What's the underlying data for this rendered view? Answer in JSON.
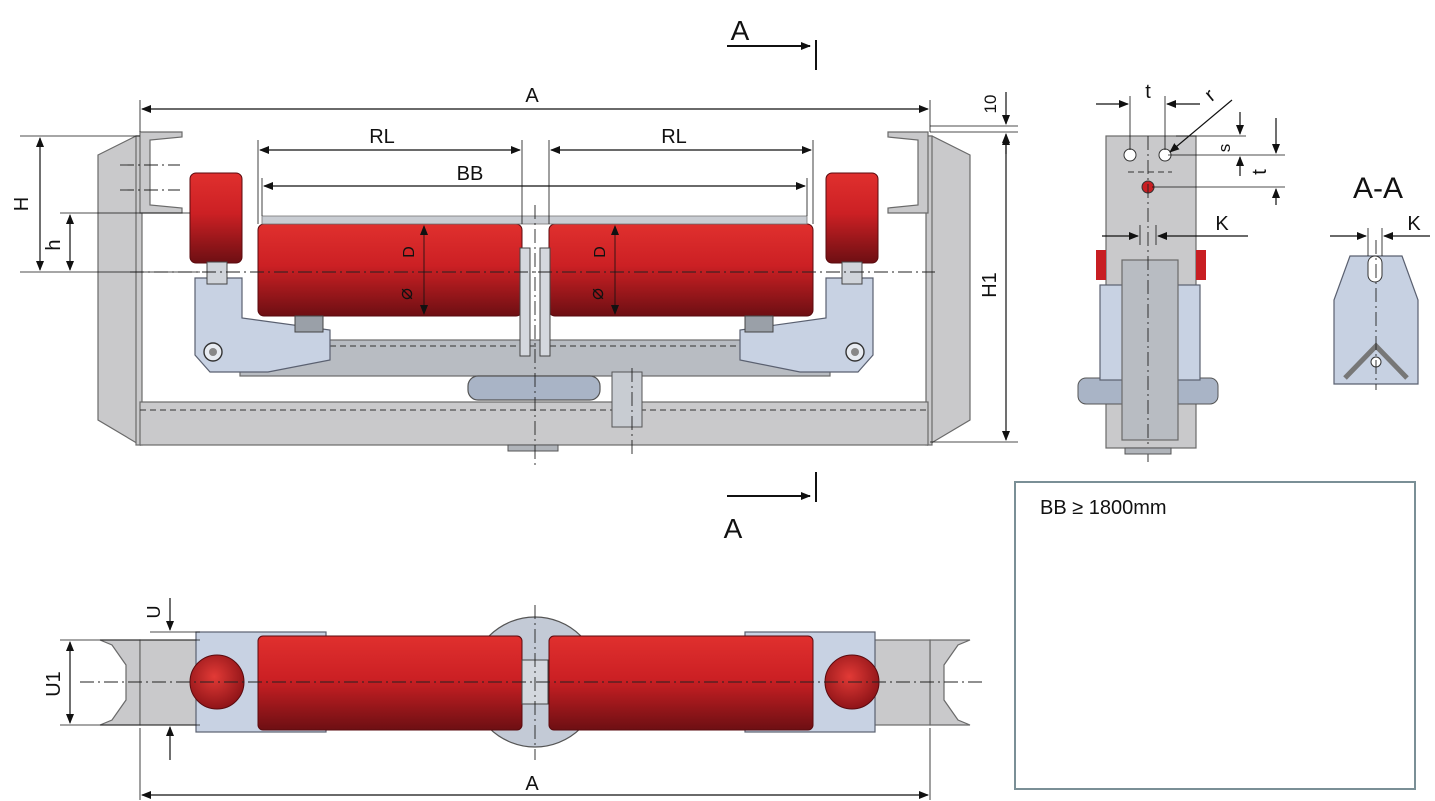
{
  "labels": {
    "section_marker": "A",
    "section_view_title": "A-A",
    "dim_A": "A",
    "dim_RL": "RL",
    "dim_BB": "BB",
    "dim_H": "H",
    "dim_h": "h",
    "dim_H1": "H1",
    "dim_10": "10",
    "dim_D": "D",
    "dim_phi": "⌀",
    "dim_t": "t",
    "dim_r": "r",
    "dim_s": "s",
    "dim_K": "K",
    "dim_U": "U",
    "dim_U1": "U1"
  },
  "photo": {
    "caption": "BB ≥ 1800mm"
  },
  "colors": {
    "roller_red": "#c81e22",
    "roller_dark": "#7a1014",
    "frame_gray": "#c9c9cb",
    "bracket_blue": "#c8d2e3",
    "box_border": "#7a8f96"
  }
}
